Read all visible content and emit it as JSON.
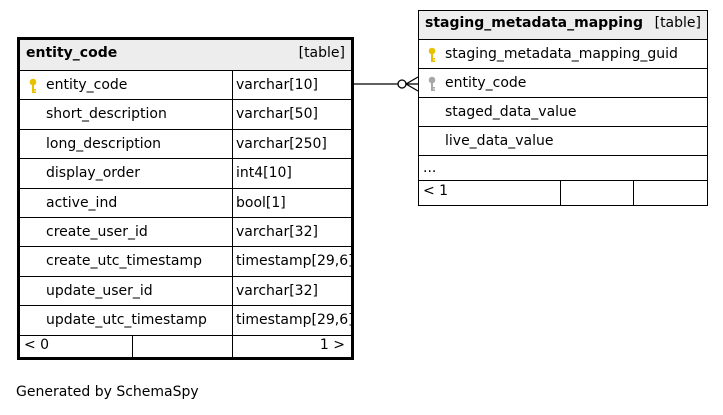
{
  "colors": {
    "header_bg": "#ededed",
    "primary_key": "#e8c200",
    "foreign_key": "#a8a8a8",
    "border": "#000000"
  },
  "entity_code": {
    "name": "entity_code",
    "kind": "[table]",
    "columns": [
      {
        "name": "entity_code",
        "type": "varchar[10]",
        "icon": "primary-key-icon"
      },
      {
        "name": "short_description",
        "type": "varchar[50]"
      },
      {
        "name": "long_description",
        "type": "varchar[250]"
      },
      {
        "name": "display_order",
        "type": "int4[10]"
      },
      {
        "name": "active_ind",
        "type": "bool[1]"
      },
      {
        "name": "create_user_id",
        "type": "varchar[32]"
      },
      {
        "name": "create_utc_timestamp",
        "type": "timestamp[29,6]"
      },
      {
        "name": "update_user_id",
        "type": "varchar[32]"
      },
      {
        "name": "update_utc_timestamp",
        "type": "timestamp[29,6]"
      }
    ],
    "footer_left": "< 0",
    "footer_right": "1 >"
  },
  "staging_metadata_mapping": {
    "name": "staging_metadata_mapping",
    "kind": "[table]",
    "columns": [
      {
        "name": "staging_metadata_mapping_guid",
        "icon": "primary-key-icon"
      },
      {
        "name": "entity_code",
        "icon": "foreign-key-icon"
      },
      {
        "name": "staged_data_value"
      },
      {
        "name": "live_data_value"
      }
    ],
    "more": "...",
    "footer_left": "< 1"
  },
  "relationship": {
    "from": "entity_code.entity_code",
    "to": "staging_metadata_mapping.entity_code",
    "cardinality": "one-to-zero-or-many"
  },
  "caption": "Generated by SchemaSpy"
}
